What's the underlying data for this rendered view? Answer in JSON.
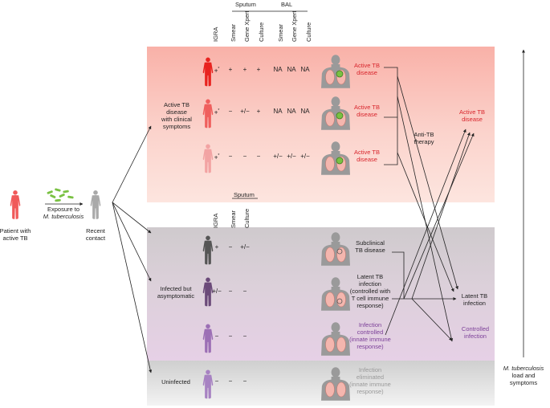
{
  "left": {
    "patient": [
      "Patient with",
      "active TB"
    ],
    "exposure": [
      "Exposure to",
      "M. tuberculosis"
    ],
    "contact": [
      "Recent",
      "contact"
    ]
  },
  "headers_top": {
    "group_sputum": "Sputum",
    "group_bal": "BAL",
    "cols": [
      "IGRA",
      "Smear",
      "Gene Xpert",
      "Culture",
      "Smear",
      "Gene Xpert",
      "Culture"
    ]
  },
  "headers_mid": {
    "group_sputum": "Sputum",
    "cols": [
      "IGRA",
      "Smear",
      "Culture"
    ]
  },
  "groups": {
    "active": [
      "Active TB",
      "disease",
      "with clinical",
      "symptoms"
    ],
    "infected": [
      "Infected but",
      "asymptomatic"
    ],
    "uninfected": "Uninfected"
  },
  "rows": [
    {
      "igra": "+",
      "mark": "*",
      "vals": [
        "+",
        "+",
        "+",
        "NA",
        "NA",
        "NA"
      ],
      "state": [
        "Active TB",
        "disease"
      ]
    },
    {
      "igra": "+",
      "mark": "*",
      "vals": [
        "−",
        "+/−",
        "+",
        "NA",
        "NA",
        "NA"
      ],
      "state": [
        "Active TB",
        "disease"
      ]
    },
    {
      "igra": "+",
      "mark": "*",
      "vals": [
        "−",
        "−",
        "−",
        "+/−",
        "+/−",
        "+/−"
      ],
      "state": [
        "Active TB",
        "disease"
      ]
    },
    {
      "igra": "+",
      "mark": "",
      "vals": [
        "−",
        "+/−"
      ],
      "state": [
        "Subclinical",
        "TB disease"
      ]
    },
    {
      "igra": "+/−",
      "mark": "",
      "vals": [
        "−",
        "−"
      ],
      "state": [
        "Latent TB",
        "infection",
        "(controlled with",
        "T cell immune",
        "response)"
      ]
    },
    {
      "igra": "−",
      "mark": "",
      "vals": [
        "−",
        "−"
      ],
      "state": [
        "Infection",
        "controlled",
        "(innate immune",
        "response)"
      ]
    },
    {
      "igra": "−",
      "mark": "",
      "vals": [
        "−",
        "−"
      ],
      "state": [
        "Infection",
        "eliminated",
        "(innate immune",
        "response)"
      ]
    }
  ],
  "therapy": [
    "Anti-TB",
    "therapy"
  ],
  "outcomes": {
    "active": [
      "Active TB",
      "disease"
    ],
    "latent": [
      "Latent TB",
      "infection"
    ],
    "controlled": [
      "Controlled",
      "infection"
    ]
  },
  "axis": [
    "M. tuberculosis",
    "load and",
    "symptoms"
  ],
  "colors": {
    "red": "#d8262d",
    "purple": "#7b3f98",
    "bacteria": "#7ac143"
  }
}
